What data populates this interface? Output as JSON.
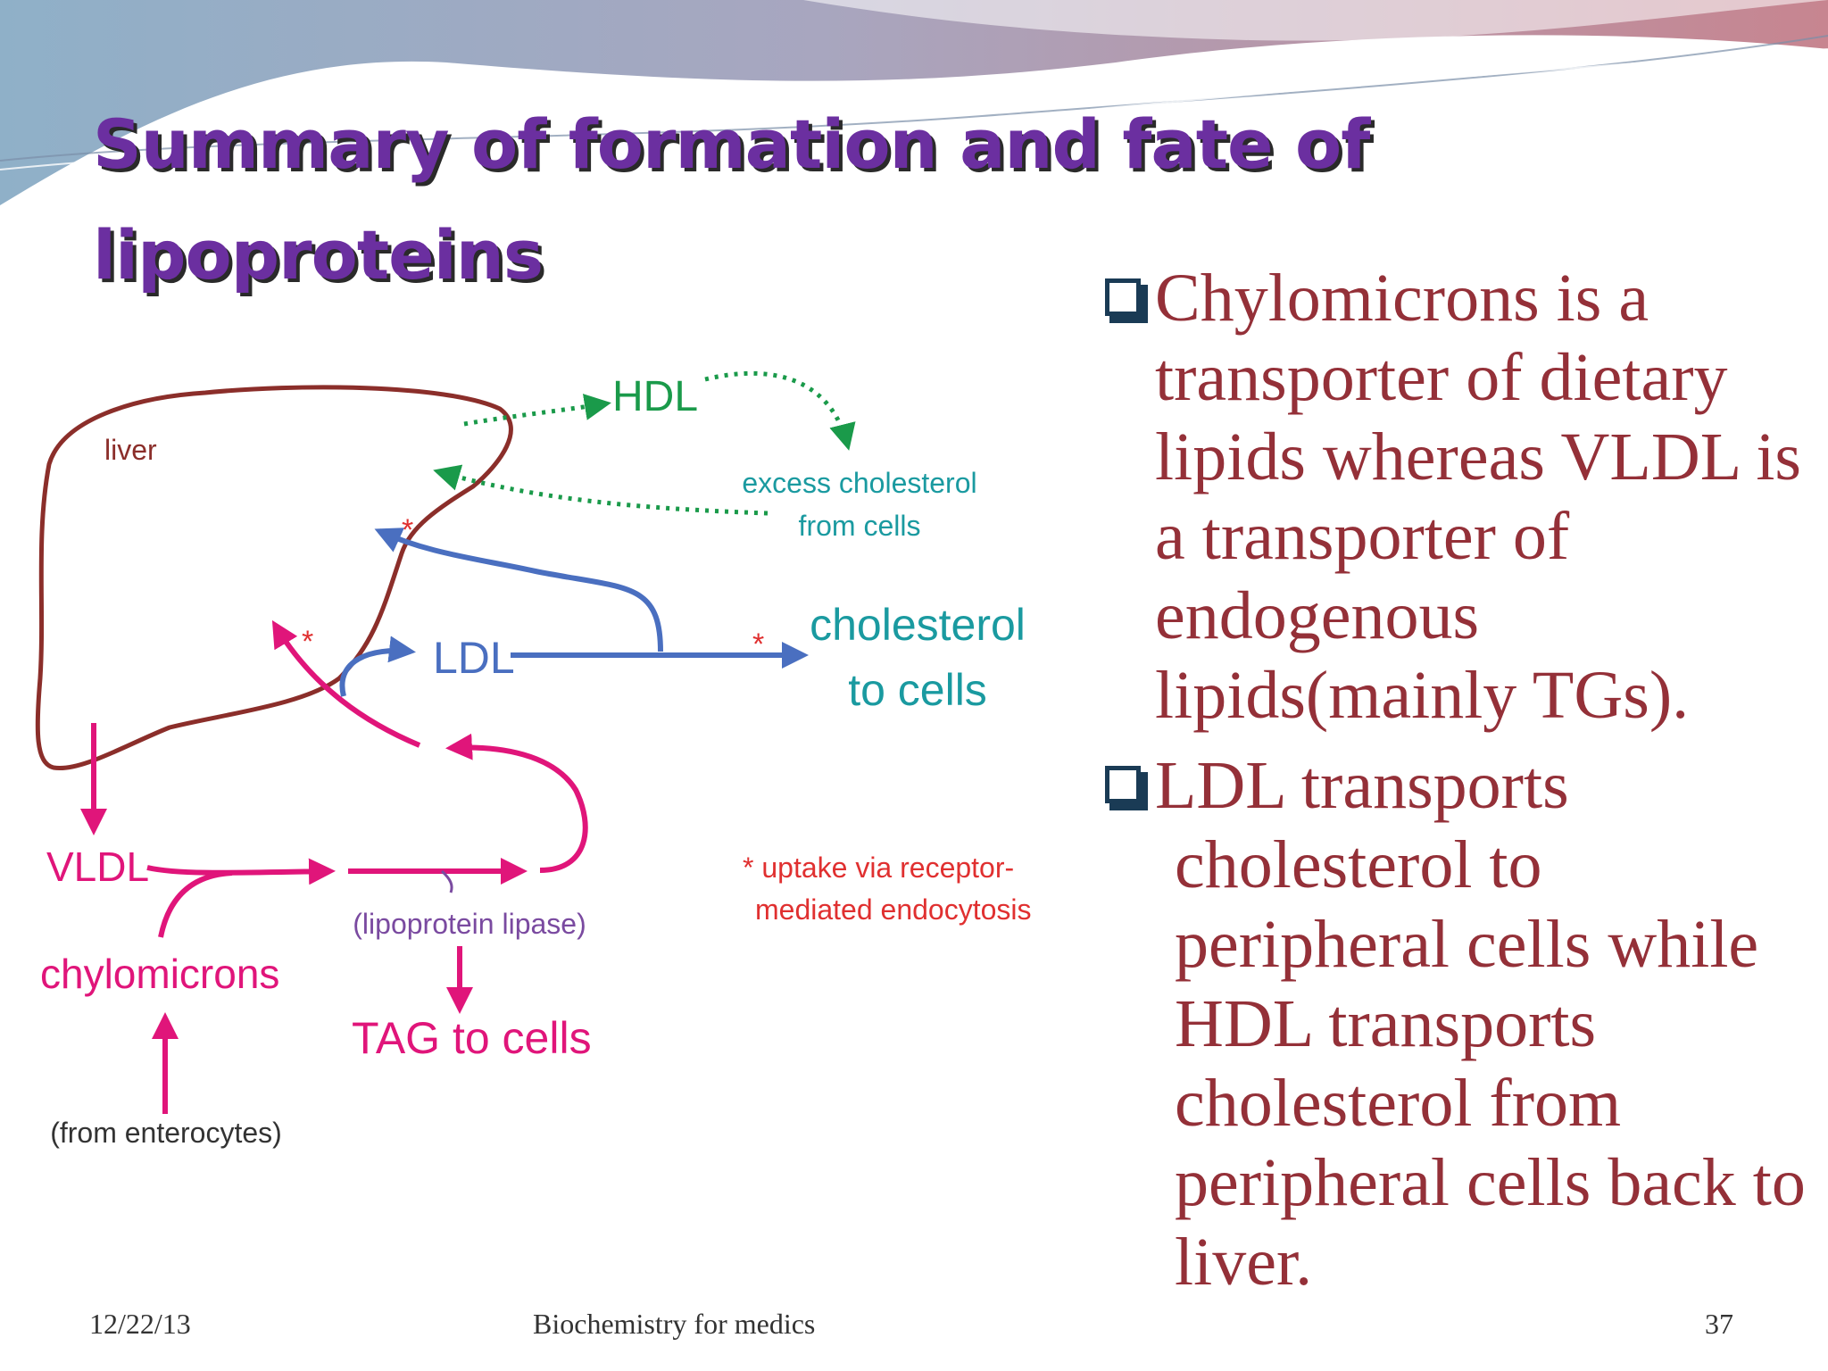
{
  "slide": {
    "title": "Summary of formation and fate of lipoproteins",
    "colors": {
      "title": "#6b2fa0",
      "title_shadow": "#2a2a2a",
      "body_text": "#943038",
      "bullet_icon": "#1a3b55",
      "banner_left": "#8fb0c8",
      "banner_right": "#c78590"
    },
    "diagram": {
      "liver_label": "liver",
      "hdl_label": "HDL",
      "excess_cholesterol_line1": "excess cholesterol",
      "excess_cholesterol_line2": "from cells",
      "ldl_label": "LDL",
      "cholesterol_cells_line1": "cholesterol",
      "cholesterol_cells_line2": "to cells",
      "vldl_label": "VLDL",
      "chylomicrons_label": "chylomicrons",
      "lipoprotein_lipase_label": "(lipoprotein lipase)",
      "tag_label": "TAG to cells",
      "enterocytes_label": "(from enterocytes)",
      "asterisk": "*",
      "uptake_line1": "* uptake via receptor-",
      "uptake_line2": "mediated endocytosis",
      "colors": {
        "liver": "#8b2e2a",
        "hdl": "#1a9a4a",
        "ldl": "#4a6fc0",
        "cells_text": "#1a9aa0",
        "vldl_chylo": "#e0157a",
        "lipase_text": "#7a4aa0",
        "asterisk": "#e03030",
        "neutral_text": "#333333"
      }
    },
    "bullets": [
      {
        "icon": "checkbox-bullet-icon",
        "text": "Chylomicrons is a transporter of dietary lipids whereas VLDL is a transporter of endogenous lipids(mainly TGs)."
      },
      {
        "icon": "checkbox-bullet-icon",
        "text": " LDL transports cholesterol to peripheral cells while HDL transports cholesterol from peripheral cells back to liver."
      }
    ],
    "footer": {
      "date": "12/22/13",
      "center": "Biochemistry for medics",
      "page_number": "37"
    }
  }
}
